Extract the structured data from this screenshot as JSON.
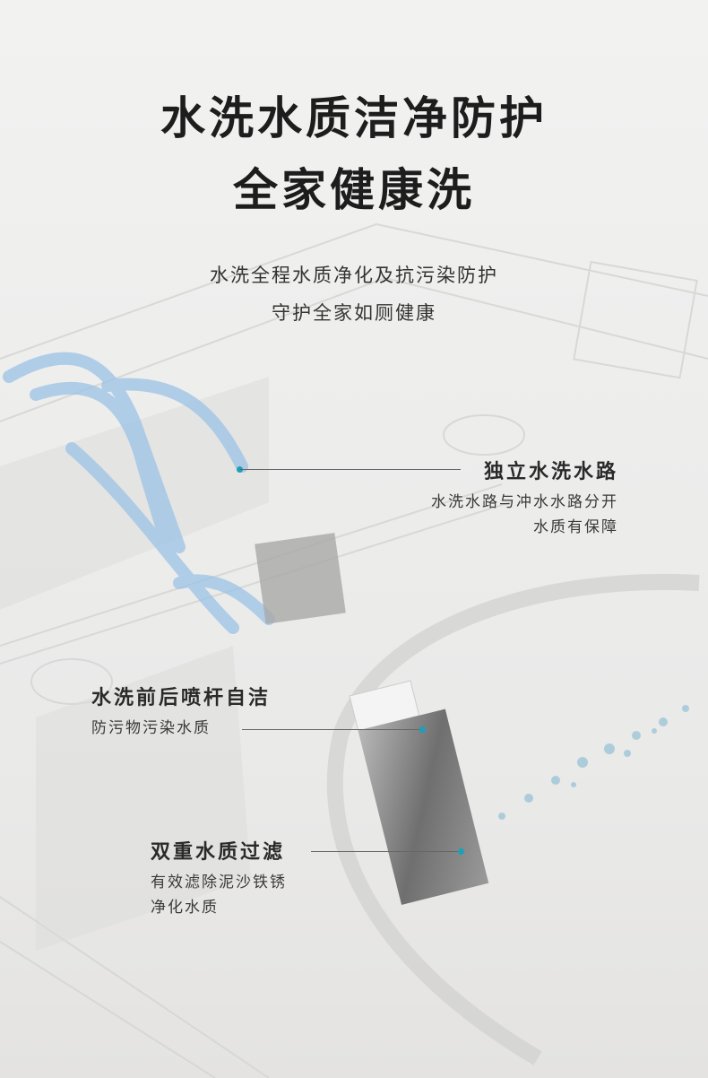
{
  "header": {
    "title_line1": "水洗水质洁净防护",
    "title_line2": "全家健康洗",
    "subtitle_line1": "水洗全程水质净化及抗污染防护",
    "subtitle_line2": "守护全家如厕健康"
  },
  "callouts": [
    {
      "heading": "独立水洗水路",
      "desc_line1": "水洗水路与冲水水路分开",
      "desc_line2": "水质有保障"
    },
    {
      "heading": "水洗前后喷杆自洁",
      "desc_line1": "防污物污染水质"
    },
    {
      "heading": "双重水质过滤",
      "desc_line1": "有效滤除泥沙铁锈",
      "desc_line2": "净化水质"
    }
  ],
  "colors": {
    "accent_dot": "#1aa0b8",
    "pipe_blue": "#9cc3e6"
  }
}
